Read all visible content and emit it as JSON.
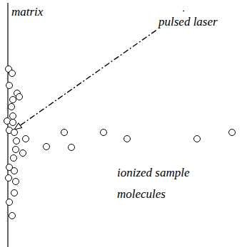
{
  "diagram": {
    "labels": [
      "matrix",
      "pulsed laser",
      "ionized sample molecules"
    ]
  }
}
